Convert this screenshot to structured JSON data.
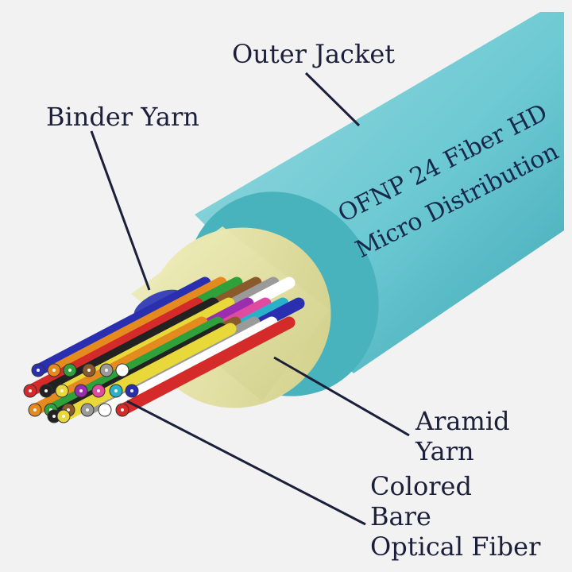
{
  "labels": {
    "outer_jacket": "Outer Jacket",
    "binder_yarn": "Binder Yarn",
    "aramid_line1": "Aramid",
    "aramid_line2": "Yarn",
    "fiber_line1": "Colored",
    "fiber_line2": "Bare",
    "fiber_line3": "Optical Fiber"
  },
  "jacket_print": {
    "line1": "OFNP 24 Fiber HD",
    "line2": "Micro Distribution"
  },
  "colors": {
    "jacket": "#6cc9d3",
    "aramid": "#e8e6a6",
    "binder": "#3b45b8",
    "buffer_ring": "#e03a3a",
    "leader_line": "#1b1f3a"
  },
  "fiber_colors": [
    "#2a2fb0",
    "#e58a1e",
    "#2fa13a",
    "#8a5a2a",
    "#9a9a9a",
    "#ffffff",
    "#d42a2a",
    "#222222",
    "#e8d83a",
    "#9a2db0",
    "#e04aa0",
    "#2ab0c8"
  ]
}
